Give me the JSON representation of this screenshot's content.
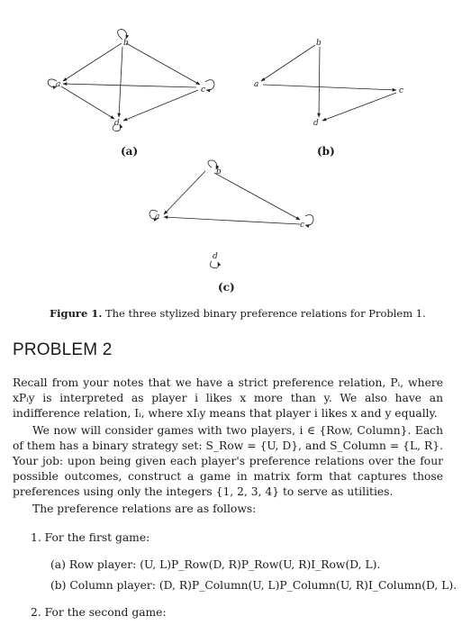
{
  "figure": {
    "node_labels": {
      "a": "a",
      "b": "b",
      "c": "c",
      "d": "d"
    },
    "sublabels": {
      "a": "(a)",
      "b": "(b)",
      "c": "(c)"
    },
    "caption_prefix": "Figure 1.",
    "caption_text": "The three stylized binary preference relations for Problem 1."
  },
  "heading": "PROBLEM 2",
  "paragraph1": "Recall from your notes that we have a strict preference relation, Pᵢ, where xPᵢy is interpreted as player i likes x more than y. We also have an indifference relation, Iᵢ, where xIᵢy means that player i likes x and y equally.",
  "paragraph2": "We now will consider games with two players, i ∈ {Row, Column}. Each of them has a binary strategy set: S_Row = {U, D}, and S_Column = {L, R}. Your job: upon being given each player's preference relations over the four possible outcomes, construct a game in matrix form that captures those preferences using only the integers {1, 2, 3, 4} to serve as utilities.",
  "paragraph3": "The preference relations are as follows:",
  "list": {
    "item1": "1. For the first game:",
    "item1a": "(a) Row player: (U, L)P_Row(D, R)P_Row(U, R)I_Row(D, L).",
    "item1b": "(b) Column player: (D, R)P_Column(U, L)P_Column(U, R)I_Column(D, L).",
    "item2": "2. For the second game:"
  }
}
